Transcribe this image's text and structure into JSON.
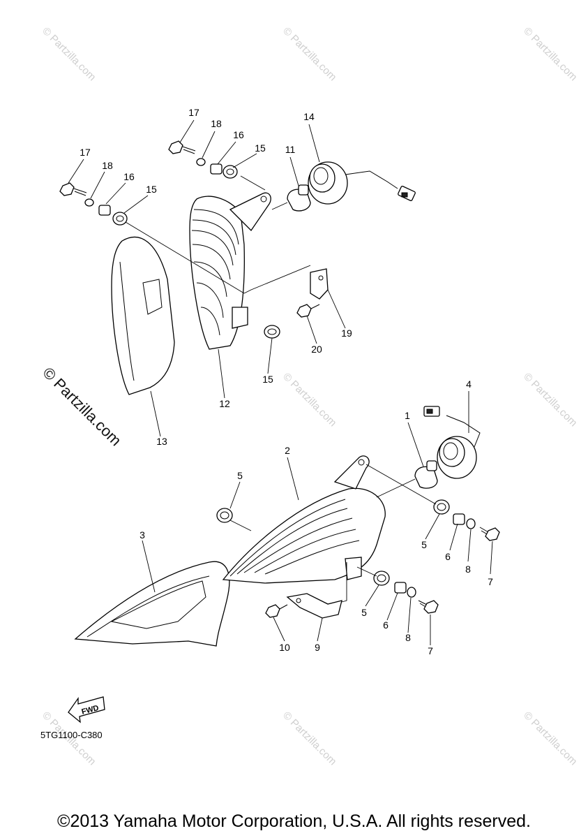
{
  "watermark_text": "© Partzilla.com",
  "diagram_code": "5TG1100-C380",
  "fwd_label": "FWD",
  "copyright": "©2013 Yamaha Motor Corporation, U.S.A. All rights reserved.",
  "callouts": {
    "c1": "1",
    "c2": "2",
    "c3": "3",
    "c4": "4",
    "c5a": "5",
    "c5b": "5",
    "c5c": "5",
    "c6a": "6",
    "c6b": "6",
    "c7a": "7",
    "c7b": "7",
    "c8a": "8",
    "c8b": "8",
    "c9": "9",
    "c10": "10",
    "c11": "11",
    "c12": "12",
    "c13": "13",
    "c14": "14",
    "c15a": "15",
    "c15b": "15",
    "c15c": "15",
    "c16a": "16",
    "c16b": "16",
    "c17a": "17",
    "c17b": "17",
    "c18a": "18",
    "c18b": "18",
    "c19": "19",
    "c20": "20"
  }
}
